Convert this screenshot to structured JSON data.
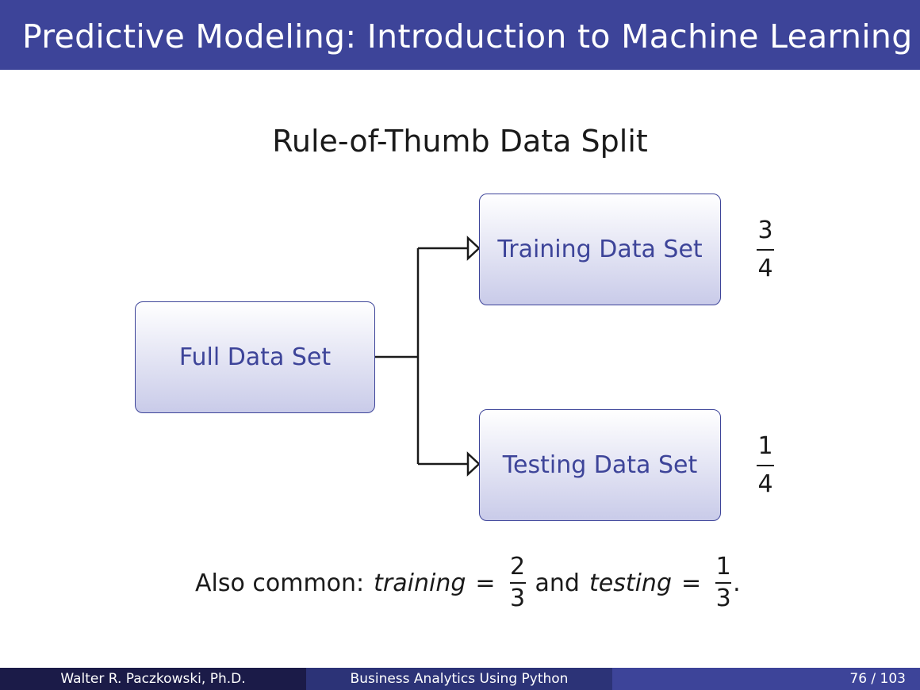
{
  "header": {
    "title": "Predictive Modeling: Introduction to Machine Learning"
  },
  "slide": {
    "heading": "Rule-of-Thumb Data Split"
  },
  "diagram": {
    "full": {
      "label": "Full Data Set"
    },
    "training": {
      "label": "Training Data Set",
      "fraction": {
        "num": "3",
        "den": "4"
      }
    },
    "testing": {
      "label": "Testing Data Set",
      "fraction": {
        "num": "1",
        "den": "4"
      }
    }
  },
  "footnote": {
    "prefix": "Also common:",
    "training_word": "training",
    "equals": "=",
    "training_fraction": {
      "num": "2",
      "den": "3"
    },
    "and": "and",
    "testing_word": "testing",
    "testing_fraction": {
      "num": "1",
      "den": "3"
    },
    "period": "."
  },
  "footer": {
    "author": "Walter R. Paczkowski, Ph.D.",
    "course": "Business Analytics Using Python",
    "page": "76 / 103"
  },
  "colors": {
    "accent": "#3d4499",
    "footer_dark": "#1b1b48",
    "footer_mid": "#2c3377"
  }
}
